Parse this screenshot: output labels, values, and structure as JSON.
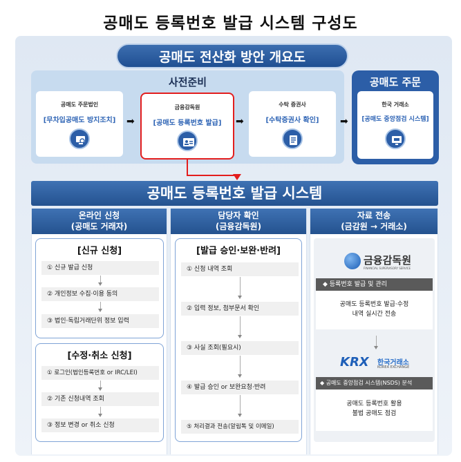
{
  "title": "공매도 등록번호 발급 시스템 구성도",
  "overview": "공매도 전산화 방안 개요도",
  "prep": {
    "title": "사전준비",
    "steps": [
      {
        "org": "공매도 주문법인",
        "task": "[무차입공매도 방지조치]"
      },
      {
        "org": "금융감독원",
        "task": "[공매도 등록번호 발급]"
      },
      {
        "org": "수탁 증권사",
        "task": "[수탁증권사 확인]"
      }
    ]
  },
  "order": {
    "title": "공매도 주문",
    "org": "한국 거래소",
    "task": "[공매도 중앙점검 시스템]"
  },
  "system_title": "공매도 등록번호 발급 시스템",
  "columns": [
    {
      "title": "온라인 신청",
      "subtitle": "(공매도 거래자)"
    },
    {
      "title": "담당자 확인",
      "subtitle": "(금융감독원)"
    },
    {
      "title": "자료 전송",
      "subtitle": "(금감원 → 거래소)"
    }
  ],
  "new_apply": {
    "title": "[신규 신청]",
    "steps": [
      "① 신규 발급 신청",
      "② 개인정보 수집·이용 동의",
      "③ 법인·독립거래단위 정보 입력"
    ]
  },
  "modify_apply": {
    "title": "[수정·취소 신청]",
    "steps": [
      "① 로그인(법인등록번호 or IRC/LEI)",
      "② 기존 신청내역 조회",
      "③ 정보 변경 or 취소 신청"
    ]
  },
  "approval": {
    "title": "[발급 승인·보완·반려]",
    "steps": [
      "① 신청 내역 조회",
      "② 입력 정보, 첨부문서 확인",
      "③ 사실 조회(필요시)",
      "④ 발급 승인 or 보완요청·반려",
      "⑤ 처리결과 전송(알림톡 및 이메일)"
    ]
  },
  "transfer": {
    "fss_logo": "금융감독원",
    "fss_logo_sub": "FINANCIAL SUPERVISORY SERVICE",
    "fss_bar": "◆ 등록번호 발급 및 관리",
    "fss_text": [
      "공매도 등록번호 발급·수정",
      "내역 실시간 전송"
    ],
    "krx_logo": "KRX",
    "krx_logo_kr": "한국거래소",
    "krx_logo_sub": "KOREA EXCHANGE",
    "krx_bar": "◆ 공매도 중앙점검 시스템(NSDS) 분석",
    "krx_text": [
      "공매도 등록번호 활용",
      "불법 공매도 점검"
    ]
  },
  "colors": {
    "navy": "#24528f",
    "accent_blue": "#2e64b5",
    "highlight_red": "#e31d1d",
    "light_blue": "#c7dbef"
  }
}
